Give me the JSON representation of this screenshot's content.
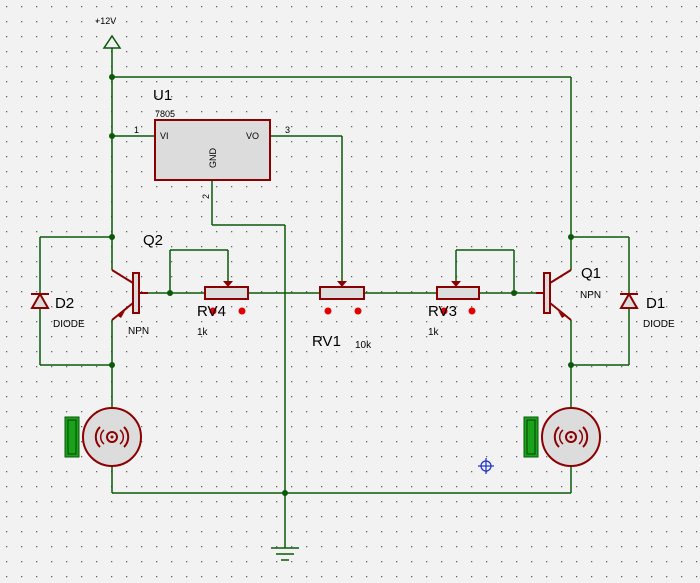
{
  "power": {
    "label": "+12V"
  },
  "regulator": {
    "ref": "U1",
    "part": "7805",
    "pin_vi_label": "VI",
    "pin_vo_label": "VO",
    "pin_gnd_label": "GND",
    "pin1": "1",
    "pin2": "2",
    "pin3": "3"
  },
  "transistors": [
    {
      "ref": "Q2",
      "type": "NPN"
    },
    {
      "ref": "Q1",
      "type": "NPN"
    }
  ],
  "diodes": [
    {
      "ref": "D2",
      "type": "DIODE"
    },
    {
      "ref": "D1",
      "type": "DIODE"
    }
  ],
  "potentiometers": [
    {
      "ref": "RV4",
      "value": "1k"
    },
    {
      "ref": "RV1",
      "value": "10k"
    },
    {
      "ref": "RV3",
      "value": "1k"
    }
  ],
  "colors": {
    "wire": "#0a5a0a",
    "component": "#8b0000",
    "background": "#f2f2f2",
    "grid_dot": "#555555",
    "motor_tag": "#1aa31a"
  }
}
